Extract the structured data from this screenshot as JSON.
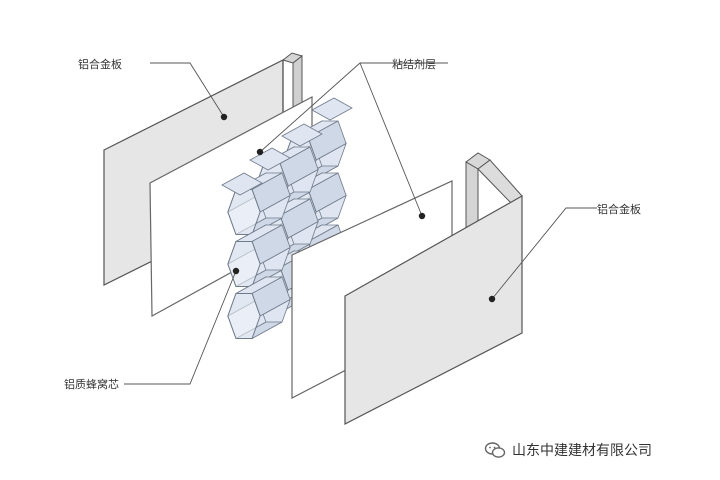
{
  "labels": {
    "top_left": "铝合金板",
    "adhesive": "粘结剂层",
    "right": "铝合金板",
    "core": "铝质蜂窝芯"
  },
  "watermark": {
    "text": "山东中建建材有限公司",
    "icon": "wechat-icon"
  },
  "colors": {
    "panel_fill": "#e6e6e6",
    "panel_edge": "#555555",
    "film_fill": "#ffffff",
    "honeycomb_fill": "#dfe6f1",
    "honeycomb_edge": "#6f7a8a",
    "leader": "#555555"
  }
}
